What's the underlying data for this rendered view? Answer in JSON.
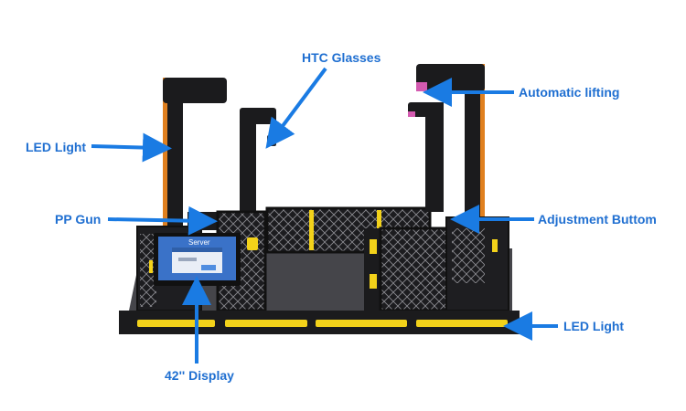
{
  "labels": {
    "htc_glasses": "HTC Glasses",
    "automatic_lifting": "Automatic lifting",
    "led_light_top": "LED Light",
    "pp_gun": "PP Gun",
    "adjustment_buttom": "Adjustment Buttom",
    "led_light_bottom": "LED Light",
    "display": "42'' Display"
  },
  "screen": {
    "title": "Server"
  },
  "colors": {
    "label_blue": "#1f6fd1",
    "arrow_blue": "#1a7be3",
    "frame_black": "#1b1b1d",
    "accent_orange": "#e0801f",
    "led_yellow": "#f3d21a",
    "screen_blue": "#3a72c8"
  }
}
